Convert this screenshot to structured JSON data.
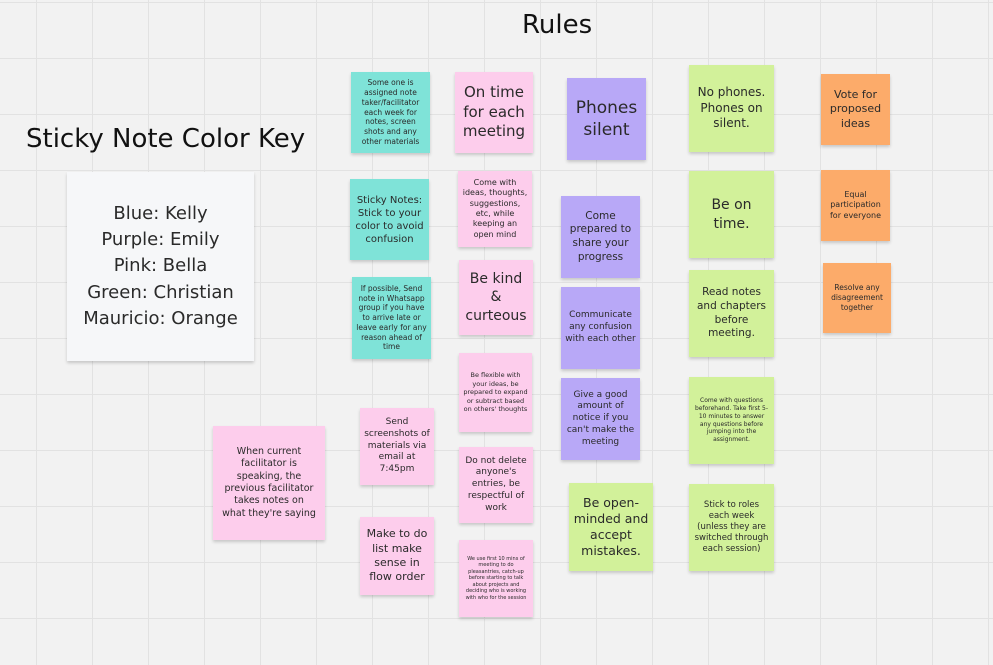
{
  "titles": {
    "rules": "Rules",
    "key": "Sticky Note Color Key"
  },
  "key": [
    "Blue: Kelly",
    "Purple: Emily",
    "Pink: Bella",
    "Green: Christian",
    "Mauricio: Orange"
  ],
  "notes": {
    "t1": "Some one is assigned note taker/facilitator each week for notes, screen shots and any other materials",
    "t2": "Sticky Notes: Stick to your color to avoid confusion",
    "t3": "If possible, Send note in Whatsapp group if you have to arrive late or leave early for any reason ahead of time",
    "p1": "On time for each meeting",
    "p2": "Come with ideas, thoughts, suggestions, etc, while keeping an open mind",
    "p3": "Be kind & curteous",
    "p4": "Be flexible with your ideas, be prepared to expand or subtract based on others' thoughts",
    "p5": "Do not delete anyone's entries, be respectful of work",
    "p6": "We use first 10 mins of meeting to do pleasantries, catch-up before starting to talk about projects and deciding who is working with who for the session",
    "p7": "Send screenshots of materials via email at 7:45pm",
    "p8": "Make to do list make sense in flow order",
    "p9": "When current facilitator is speaking, the previous facilitator takes notes on what they're saying",
    "u1": "Phones silent",
    "u2": "Come prepared to share your progress",
    "u3": "Communicate any confusion with each other",
    "u4": "Give a good amount of notice if you can't make the meeting",
    "g1": "No phones. Phones on silent.",
    "g2": "Be on time.",
    "g3": "Read notes and chapters before meeting.",
    "g4": "Come with questions beforehand. Take first 5-10 minutes to answer any questions before jumping into the assignment.",
    "g5": "Be open-minded and accept mistakes.",
    "g6": "Stick to roles each week (unless they are switched through each session)",
    "o1": "Vote for proposed ideas",
    "o2": "Equal participation for everyone",
    "o3": "Resolve any disagreement together"
  }
}
